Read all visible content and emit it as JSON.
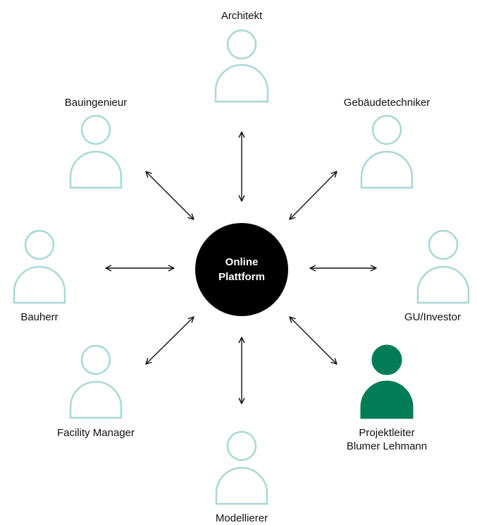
{
  "hub": {
    "line1": "Online",
    "line2": "Plattform",
    "color": "#000000"
  },
  "colors": {
    "person_outline": "#a8d8d6",
    "person_highlight": "#007d56",
    "arrow": "#111111"
  },
  "roles": {
    "architekt": {
      "label": "Architekt",
      "highlight": false
    },
    "gebaeudetechniker": {
      "label": "Gebäudetechniker",
      "highlight": false
    },
    "gu_investor": {
      "label": "GU/Investor",
      "highlight": false
    },
    "projektleiter": {
      "label_line1": "Projektleiter",
      "label_line2": "Blumer Lehmann",
      "highlight": true
    },
    "modellierer": {
      "label": "Modellierer",
      "highlight": false
    },
    "facility_manager": {
      "label": "Facility Manager",
      "highlight": false
    },
    "bauherr": {
      "label": "Bauherr",
      "highlight": false
    },
    "bauingenieur": {
      "label": "Bauingenieur",
      "highlight": false
    }
  }
}
